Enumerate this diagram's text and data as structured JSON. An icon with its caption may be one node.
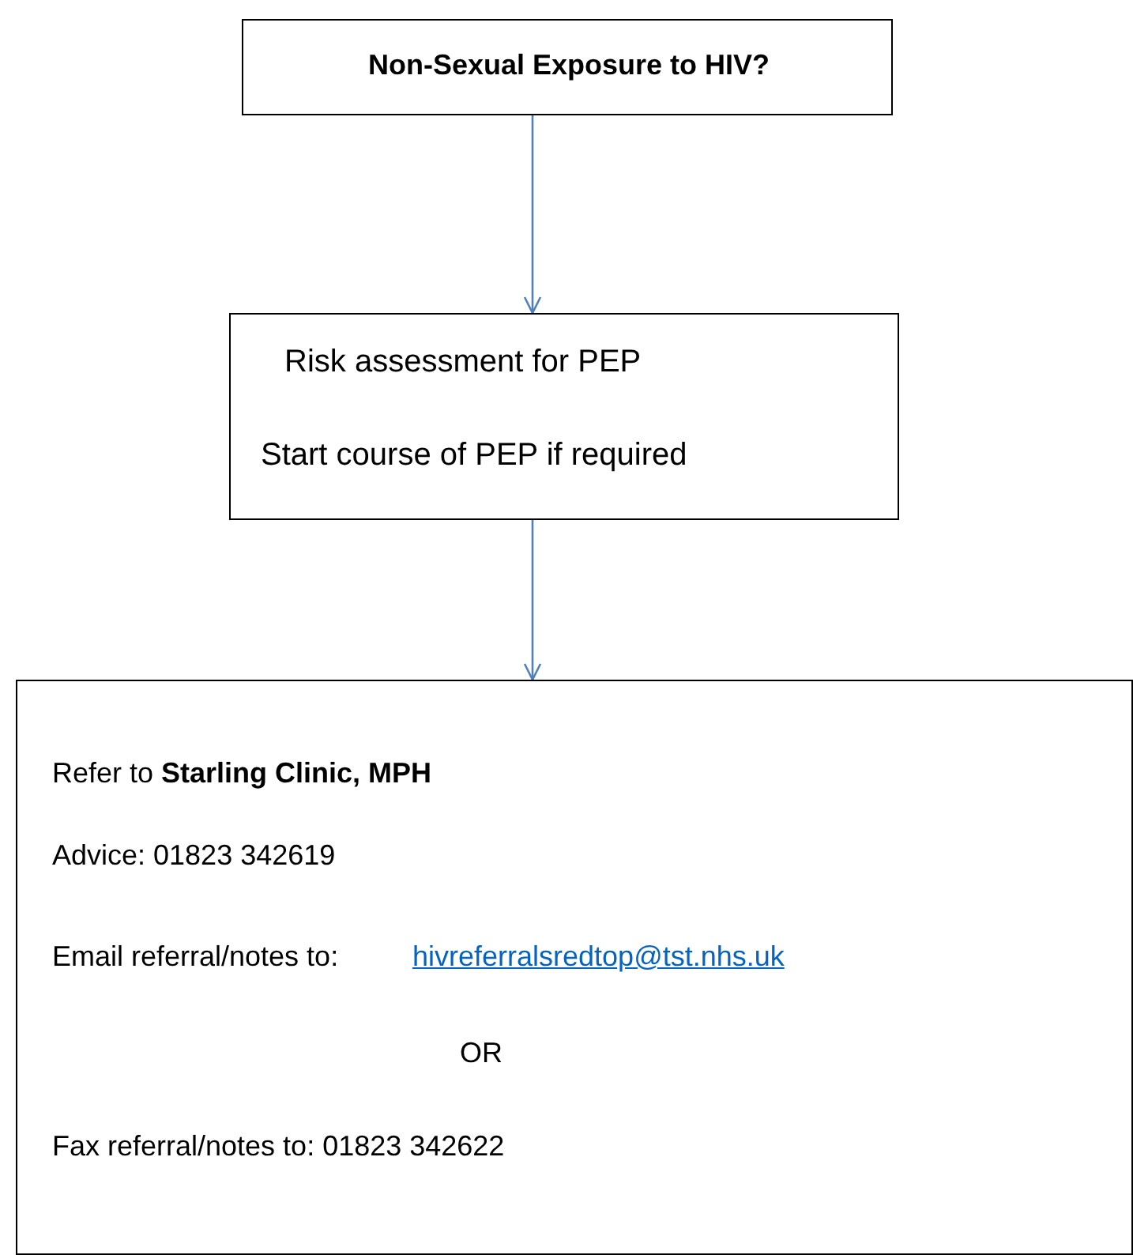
{
  "diagram": {
    "nodes": [
      {
        "text": [
          "Non-Sexual Exposure to HIV?"
        ]
      },
      {
        "text": [
          "Risk assessment for PEP",
          "Start course of PEP if required"
        ]
      },
      {
        "text": [
          "Refer to **Starling Clinic, MPH**",
          "Advice: 01823 342619",
          "Email referral/notes  to:",
          "hivreferralsredtop@tst.nhs.uk",
          "OR",
          "Fax referral/notes to: 01823 342622"
        ]
      }
    ],
    "edges": [
      {
        "from": 0,
        "to": 1,
        "arrow": "to",
        "color": "#4f81bd"
      },
      {
        "from": 1,
        "to": 2,
        "arrow": "to",
        "color": "#4f81bd"
      }
    ]
  }
}
